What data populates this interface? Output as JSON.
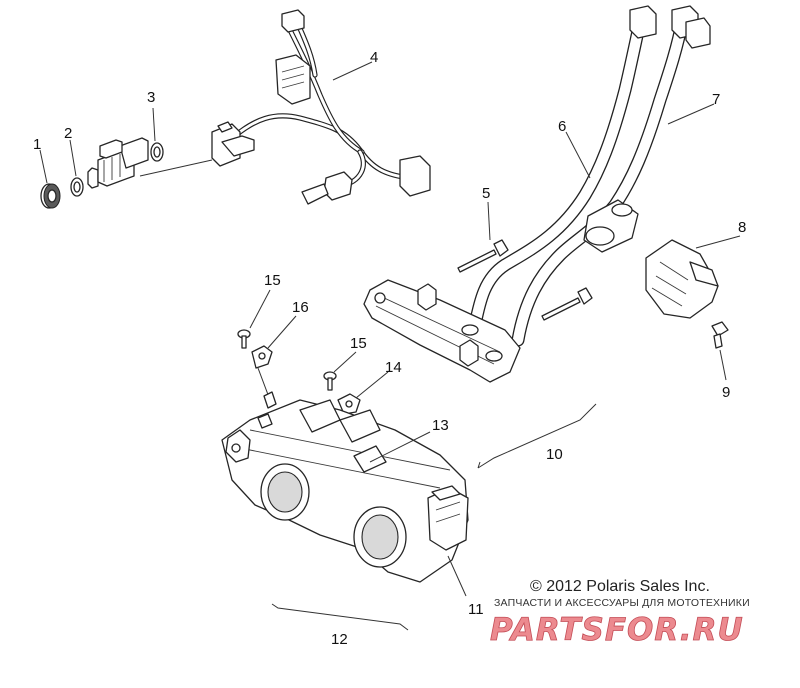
{
  "callouts": {
    "c1": "1",
    "c2": "2",
    "c3": "3",
    "c4": "4",
    "c5": "5",
    "c6": "6",
    "c7": "7",
    "c8": "8",
    "c9": "9",
    "c10": "10",
    "c11": "11",
    "c12": "12",
    "c13": "13",
    "c14": "14",
    "c15a": "15",
    "c15b": "15",
    "c16": "16"
  },
  "copyright": "© 2012 Polaris Sales Inc.",
  "watermark": {
    "tagline": "ЗАПЧАСТИ И АКСЕССУАРЫ ДЛЯ МОТОТЕХНИКИ",
    "brand": "PARTSFOR.RU"
  },
  "colors": {
    "line": "#222222",
    "watermark_fill": "#ec8a8f",
    "watermark_stroke": "#c44d57"
  }
}
